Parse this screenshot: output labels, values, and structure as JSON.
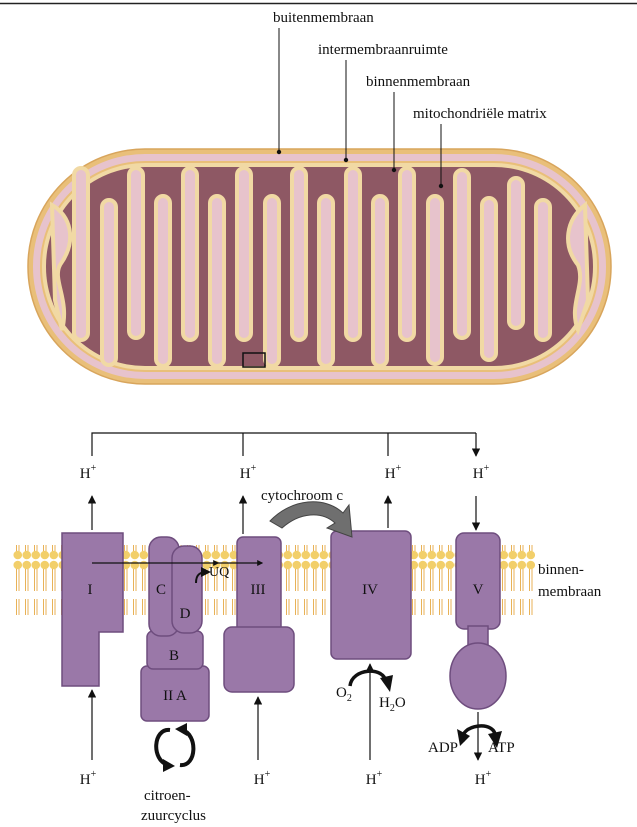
{
  "labels": {
    "outer_membrane": "buitenmembraan",
    "intermembrane_space": "intermembraanruimte",
    "inner_membrane": "binnenmembraan",
    "matrix": "mitochondriële matrix",
    "inner_membrane_2_line1": "binnen-",
    "inner_membrane_2_line2": "membraan",
    "cytochrome_c": "cytochroom c",
    "citric_cycle_line1": "citroen-",
    "citric_cycle_line2": "zuurcyclus"
  },
  "complexes": {
    "I": "I",
    "C": "C",
    "D": "D",
    "B": "B",
    "IIA": "II A",
    "III": "III",
    "IV": "IV",
    "V": "V",
    "UQ": "UQ"
  },
  "chem": {
    "H": "H",
    "plus": "+",
    "O": "O",
    "two": "2",
    "H2O_a": "H",
    "H2O_b": "O",
    "ADP": "ADP",
    "ATP": "ATP"
  },
  "colors": {
    "outer_membrane": "#e9bf79",
    "intermembrane": "#e7c3cc",
    "matrix": "#8e5864",
    "protein": "#9a78a8",
    "protein_stroke": "#6e4d7e",
    "lipid_head": "#f2cf6a",
    "lipid_tail": "#e8b257"
  }
}
